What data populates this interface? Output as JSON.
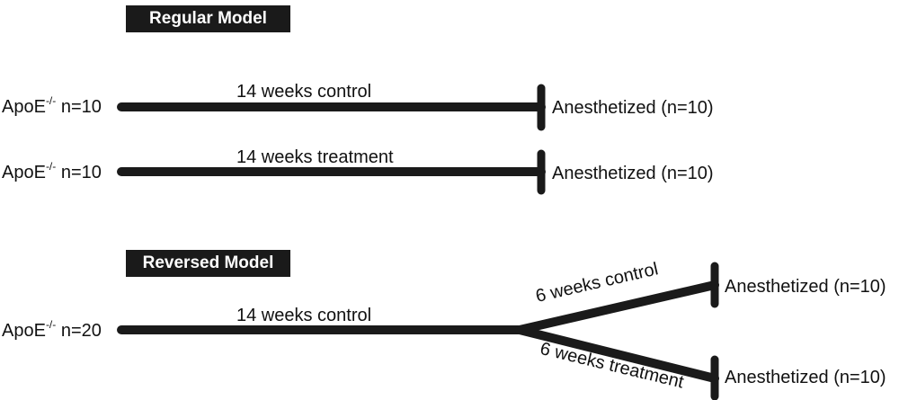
{
  "regular": {
    "title": "Regular Model",
    "rows": [
      {
        "start_base": "ApoE",
        "start_sup": "-/-",
        "start_n": " n=10",
        "arm_label": "14 weeks control",
        "end_label": "Anesthetized (n=10)"
      },
      {
        "start_base": "ApoE",
        "start_sup": "-/-",
        "start_n": " n=10",
        "arm_label": "14 weeks treatment",
        "end_label": "Anesthetized (n=10)"
      }
    ]
  },
  "reversed": {
    "title": "Reversed Model",
    "start_base": "ApoE",
    "start_sup": "-/-",
    "start_n": " n=20",
    "trunk_label": "14 weeks control",
    "upper_label": "6 weeks control",
    "upper_end": "Anesthetized (n=10)",
    "lower_label": "6 weeks treatment",
    "lower_end": "Anesthetized (n=10)"
  },
  "colors": {
    "line": "#1a1a1a",
    "title_bg": "#1a1a1a",
    "title_text": "#ffffff"
  }
}
